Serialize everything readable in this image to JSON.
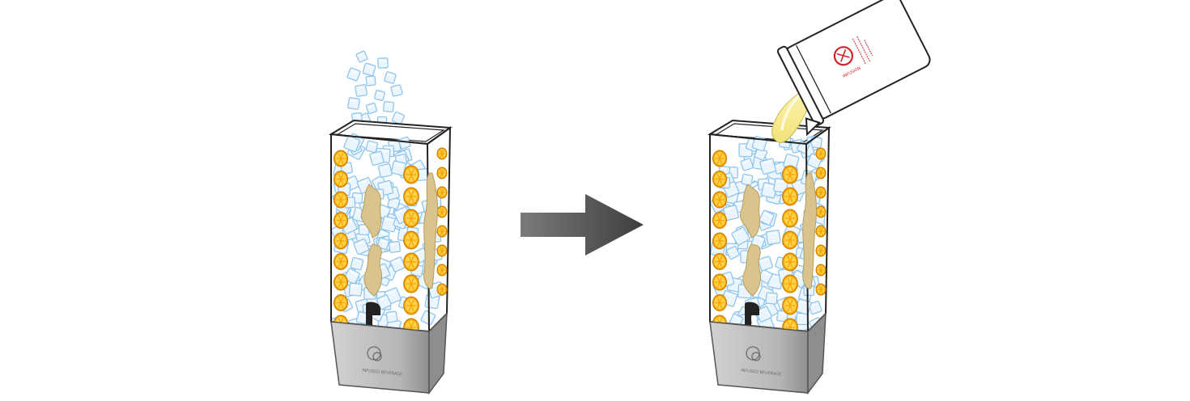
{
  "scene": {
    "title": "",
    "steps": [
      {
        "id": "add-ice",
        "action": "ice cubes added",
        "item": "ice-cube-icon"
      },
      {
        "id": "pour-tea",
        "action": "liquid poured from container",
        "item": "pitcher-icon"
      }
    ],
    "transition": "arrow-right-icon"
  },
  "dispenser": {
    "garnish": [
      "orange slices",
      "ginger root"
    ],
    "base_label": "INFUSED BEVERAGE",
    "spigot": "spigot-icon",
    "logo": "q-logo-icon"
  },
  "pitcher_label": {
    "brand_text": "INFUSION",
    "lines": [
      "FRESH",
      "BREW"
    ]
  },
  "colors": {
    "orange": "#F6A300",
    "orange_light": "#FFD24A",
    "ginger": "#D9C48E",
    "ice": "#8CC2EA",
    "liquid": "#F3EA8E",
    "base": "#B9B9BB",
    "arrow": "#444444",
    "label_red": "#D0232A"
  }
}
